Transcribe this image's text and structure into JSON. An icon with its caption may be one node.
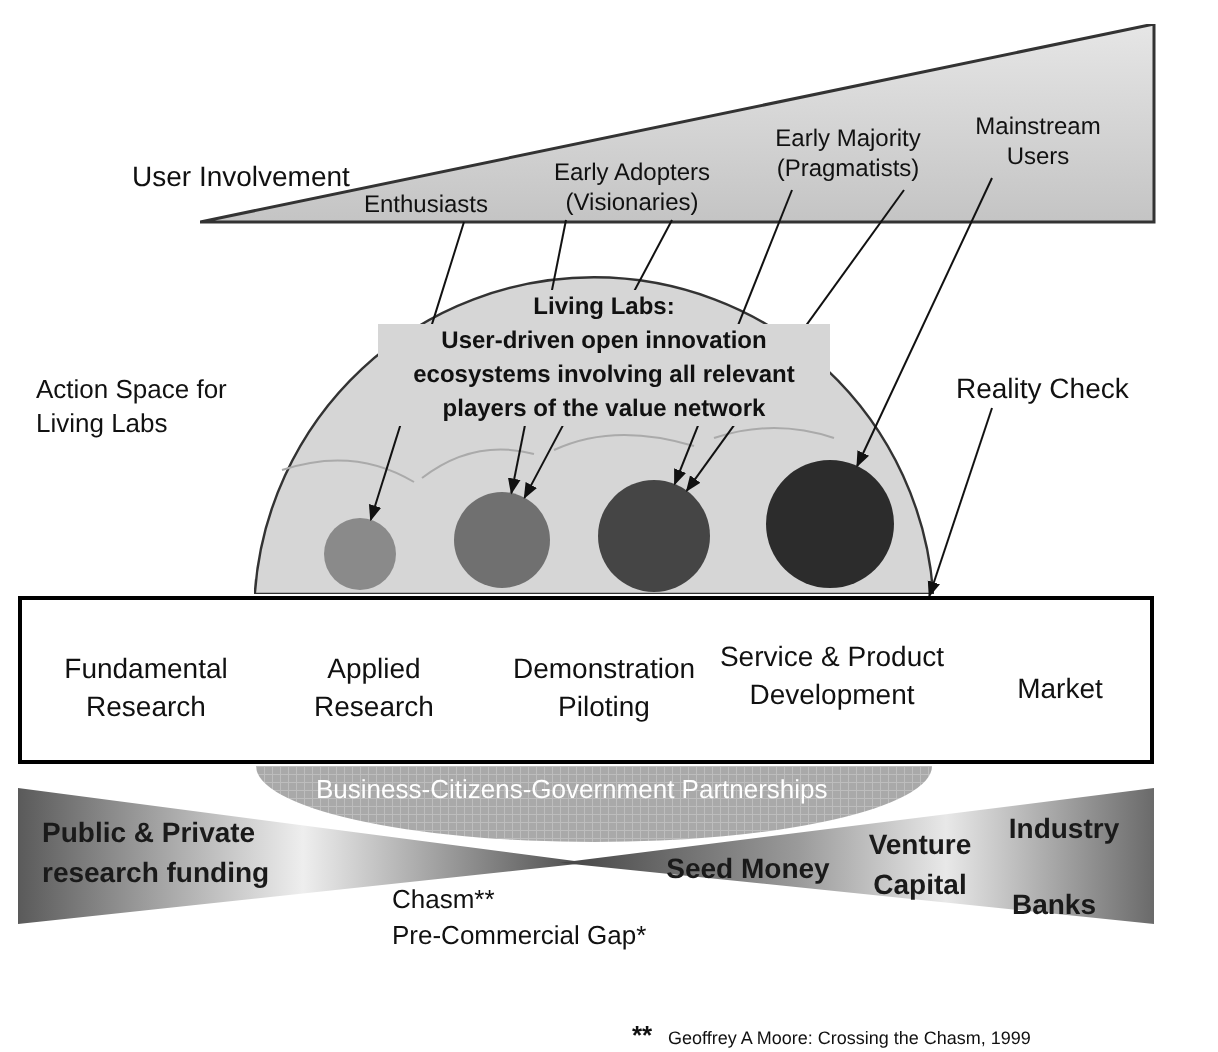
{
  "diagram": {
    "nodes": [
      {
        "text": [],
        "shape": "triangle"
      },
      {
        "text": [
          "Enthusiasts"
        ],
        "in": 0
      },
      {
        "text": [
          "Early Adopters (Visionaries)"
        ],
        "in": 0
      },
      {
        "text": [
          "Early Majority (Pragmatists)"
        ],
        "in": 0
      },
      {
        "text": [
          "Mainstream Users"
        ],
        "in": 0
      },
      {
        "text": [
          "Living Labs:",
          "User-driven open innovation ecosystems involving all relevant players of the value network"
        ]
      },
      {
        "text": [],
        "shape": "circle",
        "in": 5
      },
      {
        "text": [],
        "shape": "circle",
        "in": 5
      },
      {
        "text": [],
        "shape": "circle",
        "in": 5
      },
      {
        "text": [],
        "shape": "circle",
        "in": 5
      },
      {
        "text": [
          "Reality Check"
        ]
      },
      {
        "text": [],
        "shape": "box"
      },
      {
        "text": [
          "Fundamental Research"
        ],
        "in": 11
      },
      {
        "text": [
          "Applied Research"
        ],
        "in": 11
      },
      {
        "text": [
          "Demonstration Piloting"
        ],
        "in": 11
      },
      {
        "text": [
          "Service & Product Development"
        ],
        "in": 11
      },
      {
        "text": [
          "Market"
        ],
        "in": 11
      },
      {
        "text": [
          "Business-Citizens-Government Partnerships"
        ]
      },
      {
        "text": [
          "Public & Private research funding"
        ]
      },
      {
        "text": [
          "Seed Money",
          "Venture Capital",
          "Industry",
          "Banks"
        ]
      }
    ],
    "edges": [
      {
        "from": 1,
        "to": 6,
        "arrow": "to"
      },
      {
        "from": 2,
        "to": 7,
        "arrow": "to"
      },
      {
        "from": 2,
        "to": 7,
        "arrow": "to"
      },
      {
        "from": 3,
        "to": 8,
        "arrow": "to"
      },
      {
        "from": 3,
        "to": 8,
        "arrow": "to"
      },
      {
        "from": 4,
        "to": 9,
        "arrow": "to"
      },
      {
        "from": 10,
        "to": 11,
        "arrow": "to"
      }
    ],
    "labels": [
      "User Involvement",
      "Action Space for Living Labs",
      "Chasm**",
      "Pre-Commercial Gap*",
      "**",
      "Geoffrey A Moore: Crossing the Chasm, 1999"
    ]
  }
}
